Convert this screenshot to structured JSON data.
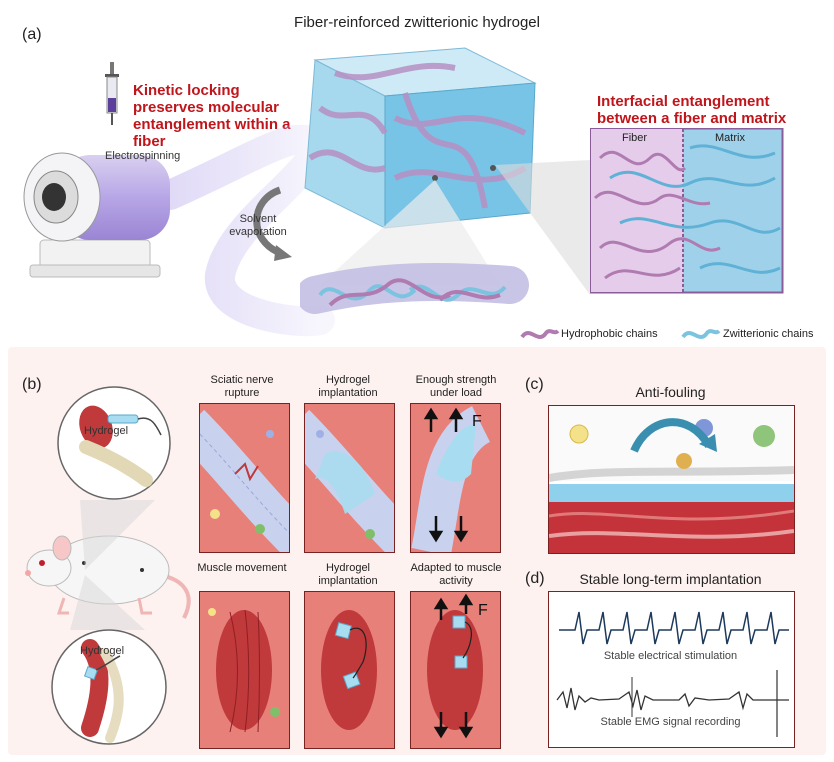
{
  "panel_a": {
    "label": "(a)",
    "title": "Fiber-reinforced zwitterionic hydrogel",
    "kinetic_text": "Kinetic locking preserves molecular  entanglement within a fiber",
    "electrospinning": "Electrospinning",
    "solvent_evaporation": "Solvent evaporation",
    "interfacial_text": "Interfacial  entanglement between a fiber and matrix",
    "fiber_label": "Fiber",
    "matrix_label": "Matrix",
    "legend_hydrophobic": "Hydrophobic chains",
    "legend_zwitterionic": "Zwitterionic chains",
    "colors": {
      "hydrophobic": "#b07bb0",
      "zwitterionic": "#7cc3e0",
      "red_text": "#c0151b"
    }
  },
  "panel_b": {
    "label": "(b)",
    "hydrogel_label_top": "Hydrogel",
    "hydrogel_label_bottom": "Hydrogel",
    "tiles": [
      {
        "title": "Sciatic nerve rupture"
      },
      {
        "title": "Hydrogel implantation"
      },
      {
        "title": "Enough strength under load",
        "force": "F"
      },
      {
        "title": "Muscle movement"
      },
      {
        "title": "Hydrogel implantation"
      },
      {
        "title": "Adapted to muscle activity",
        "force": "F"
      }
    ]
  },
  "panel_c": {
    "label": "(c)",
    "title": "Anti-fouling"
  },
  "panel_d": {
    "label": "(d)",
    "title": "Stable long-term implantation",
    "caption_top": "Stable electrical stimulation",
    "caption_bottom": "Stable EMG signal recording"
  }
}
